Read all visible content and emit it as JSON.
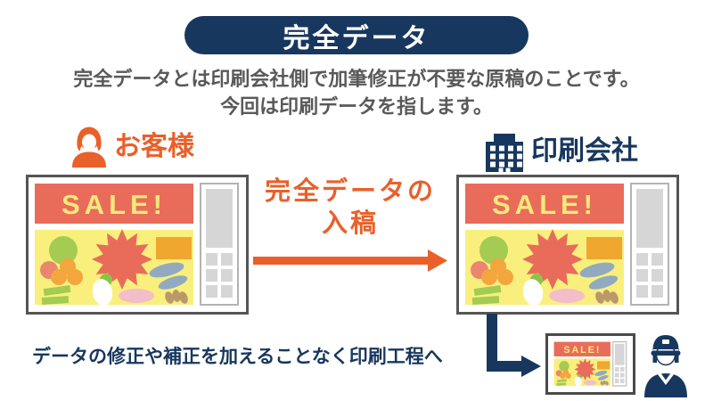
{
  "colors": {
    "navy": "#17375e",
    "orange": "#e9602a",
    "text_gray": "#595959",
    "flyer_border_gray": "#555555",
    "flyer_salmon": "#e96c5a",
    "flyer_sale_yellow": "#f4e87c",
    "flyer_bg_yellow": "#f9ef7d",
    "flyer_green": "#a4cb52",
    "flyer_orange": "#f2a63d",
    "flyer_blue": "#92aabf",
    "flyer_pink": "#f3bdc9",
    "flyer_brown": "#b9996a",
    "flyer_gray": "#d6d6d6"
  },
  "header": {
    "title": "完全データ",
    "description_line1": "完全データとは印刷会社側で加筆修正が不要な原稿のことです。",
    "description_line2": "今回は印刷データを指します。"
  },
  "customer": {
    "label": "お客様",
    "icon": "customer-person-icon"
  },
  "printer": {
    "label": "印刷会社",
    "icon": "office-building-icon"
  },
  "flyer": {
    "sale_text": "SALE!"
  },
  "transfer_arrow": {
    "label_line1": "完全データの",
    "label_line2": "入稿"
  },
  "bottom_flow": {
    "note": "データの修正や補正を加えることなく印刷工程へ",
    "worker_icon": "print-worker-icon"
  }
}
